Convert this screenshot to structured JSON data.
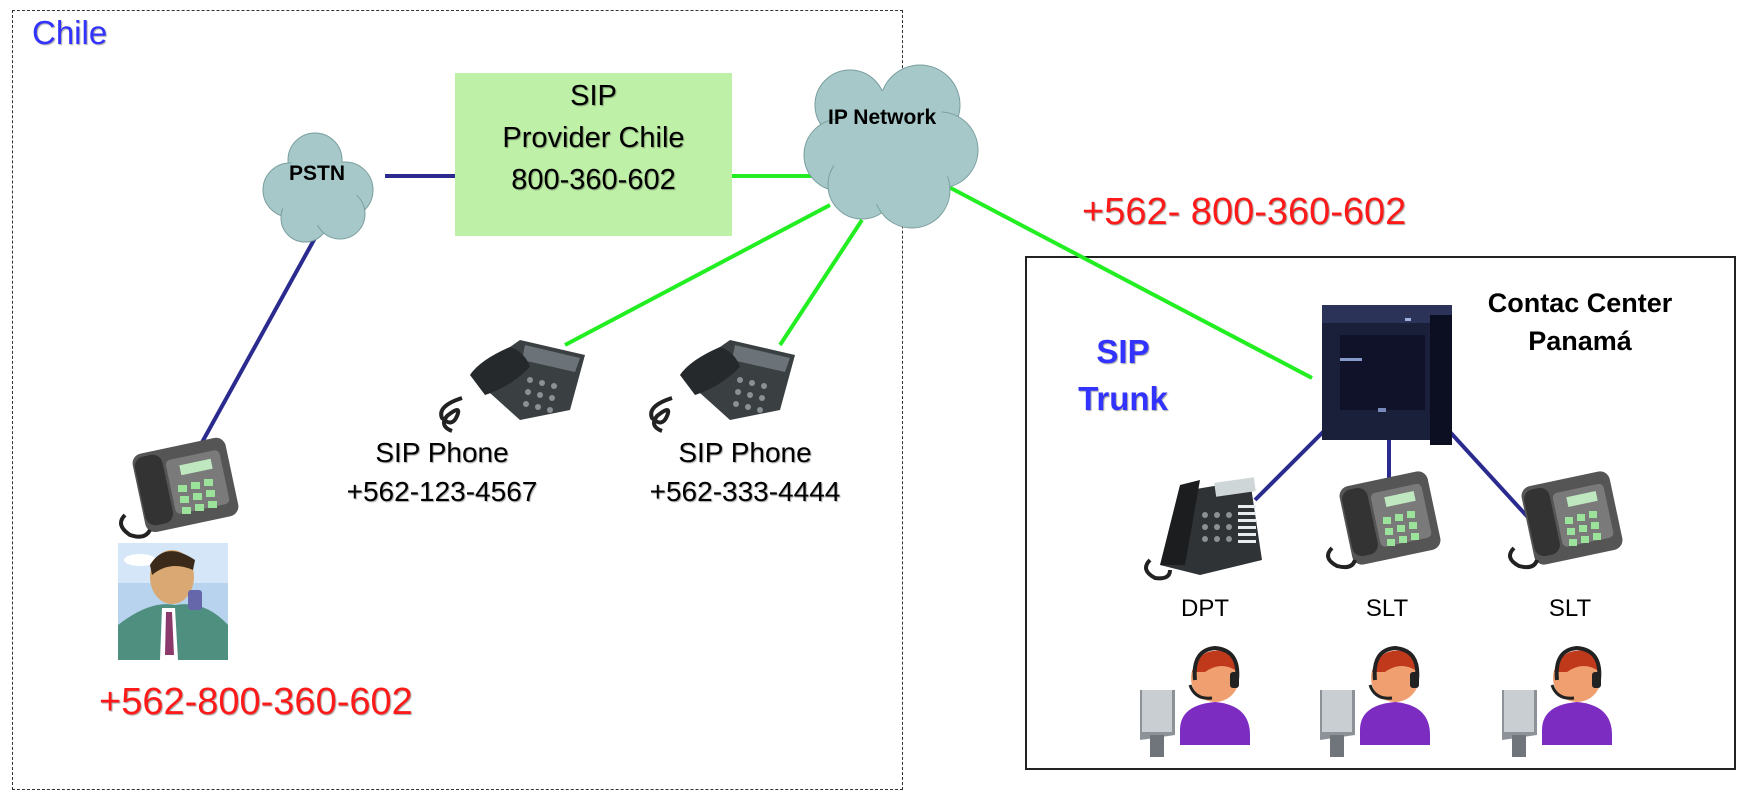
{
  "regions": {
    "chile_label": "Chile",
    "panama_title_line1": "Contac Center",
    "panama_title_line2": "Panamá"
  },
  "clouds": {
    "pstn": "PSTN",
    "ip_network": "IP Network"
  },
  "provider": {
    "line1": "SIP",
    "line2": "Provider Chile",
    "line3": "800-360-602"
  },
  "sip_phones": [
    {
      "label": "SIP Phone",
      "number": "+562-123-4567"
    },
    {
      "label": "SIP Phone",
      "number": "+562-333-4444"
    }
  ],
  "caller_number": "+562-800-360-602",
  "trunk_number": "+562- 800-360-602",
  "sip_trunk": {
    "line1": "SIP",
    "line2": "Trunk"
  },
  "panama_phones": [
    {
      "label": "DPT"
    },
    {
      "label": "SLT"
    },
    {
      "label": "SLT"
    }
  ],
  "colors": {
    "region_label": "#3333ff",
    "number_red": "#ff1a1a",
    "ip_link": "#22ee22",
    "pstn_link": "#2b2b8f",
    "provider_fill": "#bff0a8",
    "cloud": "#a6c8c8"
  }
}
